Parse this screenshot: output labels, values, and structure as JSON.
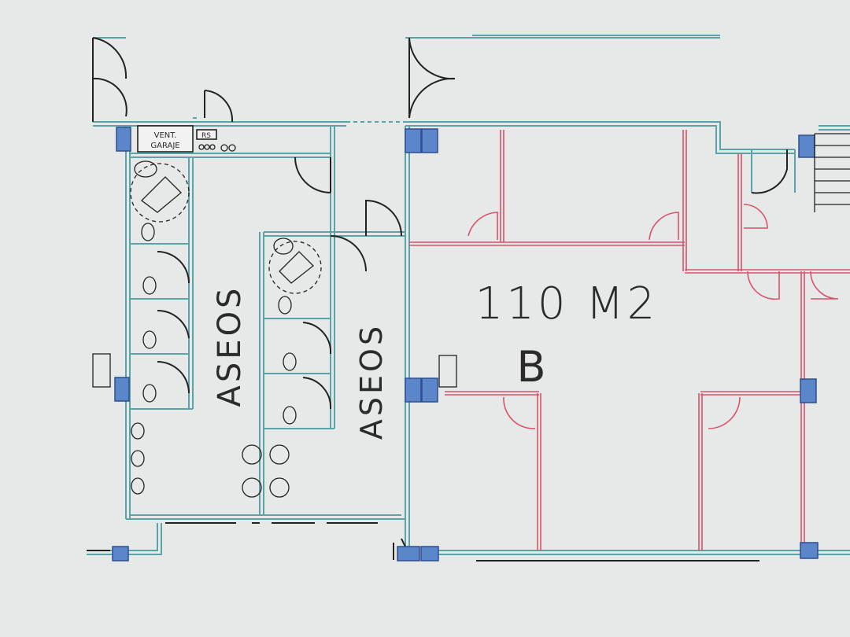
{
  "plan": {
    "vent_label_line1": "VENT.",
    "vent_label_line2": "GARAJE",
    "rs_label": "RS",
    "restroom_label_left": "ASEOS",
    "restroom_label_right": "ASEOS",
    "area_label": "110 M2",
    "unit_label": "B"
  },
  "colors": {
    "background": "#e6e9e8",
    "walls": "#5aa3a6",
    "partitions": "#d9536a",
    "columns": "#5b86c9"
  }
}
